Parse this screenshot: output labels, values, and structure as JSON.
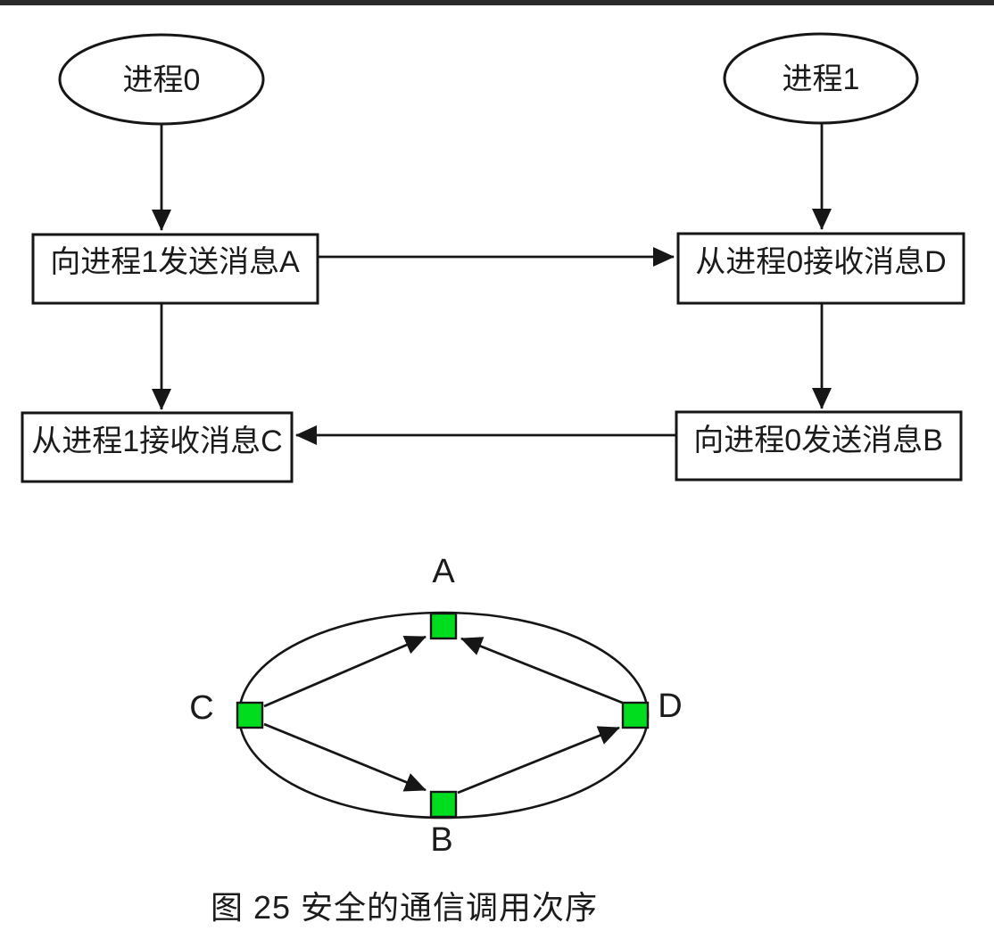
{
  "figure": {
    "caption": "图 25 安全的通信调用次序",
    "colors": {
      "node_green": "#00DC1E",
      "line": "#161616",
      "top_border": "#2b2b2b"
    },
    "flowchart": {
      "process0_label": "进程0",
      "process1_label": "进程1",
      "send_a_label": "向进程1发送消息A",
      "recv_d_label": "从进程0接收消息D",
      "recv_c_label": "从进程1接收消息C",
      "send_b_label": "向进程0发送消息B"
    },
    "ring": {
      "node_a_label": "A",
      "node_b_label": "B",
      "node_c_label": "C",
      "node_d_label": "D",
      "edges": [
        "C→A",
        "D→A",
        "C→B",
        "B→D"
      ]
    }
  }
}
